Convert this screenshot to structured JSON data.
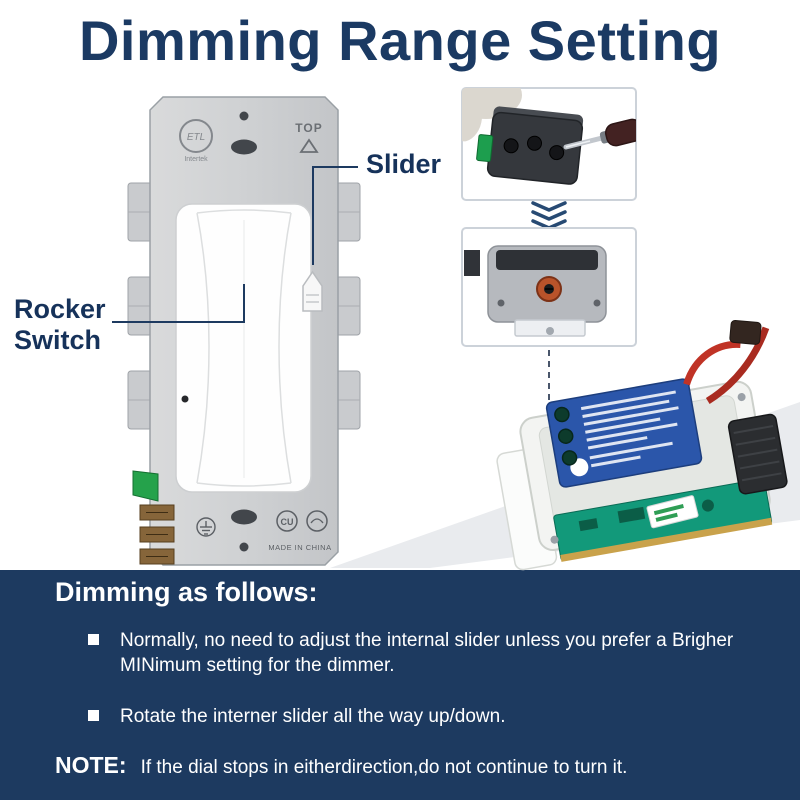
{
  "title": "Dimming Range Setting",
  "colors": {
    "navy": "#1d3a60",
    "accent_gray": "#e9ebee",
    "title_navy": "#1b3a63"
  },
  "diagram": {
    "slider_label": "Slider",
    "rocker_label": "Rocker\nSwitch",
    "plate": {
      "top_marking": "TOP",
      "made_in": "MADE IN CHINA",
      "etl_logo": "ETL",
      "etl_sub": "Intertek",
      "cert_mark": "CU"
    }
  },
  "instructions": {
    "heading": "Dimming as follows:",
    "bullets": [
      "Normally, no need to adjust the internal slider unless you prefer a Brigher MINimum setting for the dimmer.",
      "Rotate the interner slider all the way up/down."
    ],
    "note_label": "NOTE:",
    "note_text": "If the dial stops in eitherdirection,do not continue to turn it."
  }
}
